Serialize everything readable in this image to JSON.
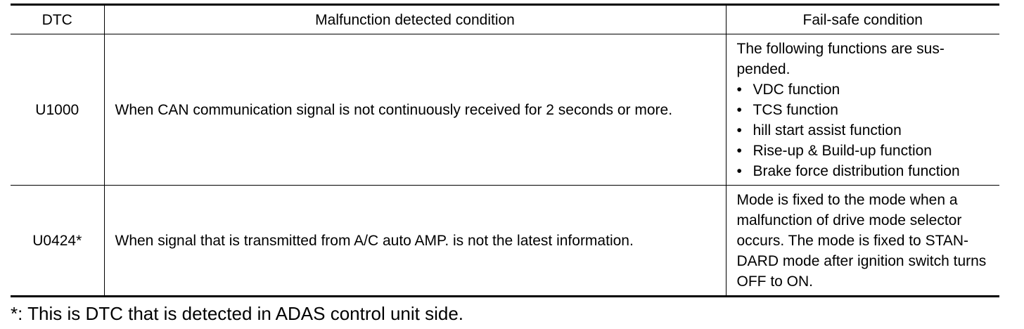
{
  "table": {
    "headers": [
      "DTC",
      "Malfunction detected condition",
      "Fail-safe condition"
    ],
    "rows": [
      {
        "dtc": "U1000",
        "condition": "When CAN communication signal is not continuously received for 2 seconds or more.",
        "failsafe_intro": "The following functions are sus-pended.",
        "failsafe_items": [
          "VDC function",
          "TCS function",
          "hill start assist function",
          "Rise-up & Build-up function",
          "Brake force distribution function"
        ]
      },
      {
        "dtc": "U0424*",
        "condition": "When signal that is transmitted from A/C auto AMP. is not the latest information.",
        "failsafe_text": "Mode is fixed to the mode when a malfunction of drive mode selector occurs. The mode is fixed to STAN-DARD mode after ignition switch turns OFF to ON."
      }
    ]
  },
  "footnote": "*: This is DTC that is detected in ADAS control unit side.",
  "icons": {
    "bullet": "•"
  }
}
